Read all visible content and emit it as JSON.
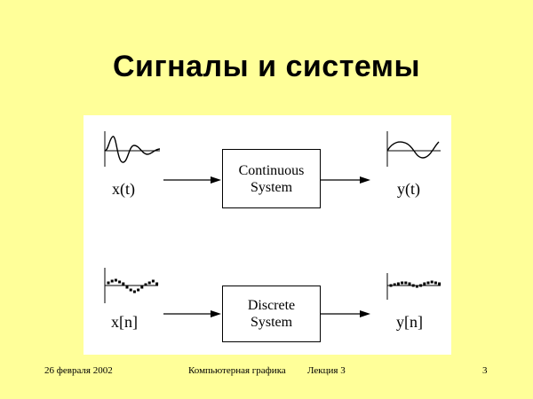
{
  "slide": {
    "title": "Сигналы и системы"
  },
  "diagram": {
    "continuous": {
      "input_label": "x(t)",
      "system_line1": "Continuous",
      "system_line2": "System",
      "output_label": "y(t)"
    },
    "discrete": {
      "input_label": "x[n]",
      "system_line1": "Discrete",
      "system_line2": "System",
      "output_label": "y[n]"
    }
  },
  "footer": {
    "date": "26 февраля 2002",
    "course": "Компьютерная графика",
    "lecture": "Лекция 3",
    "page_number": "3"
  }
}
